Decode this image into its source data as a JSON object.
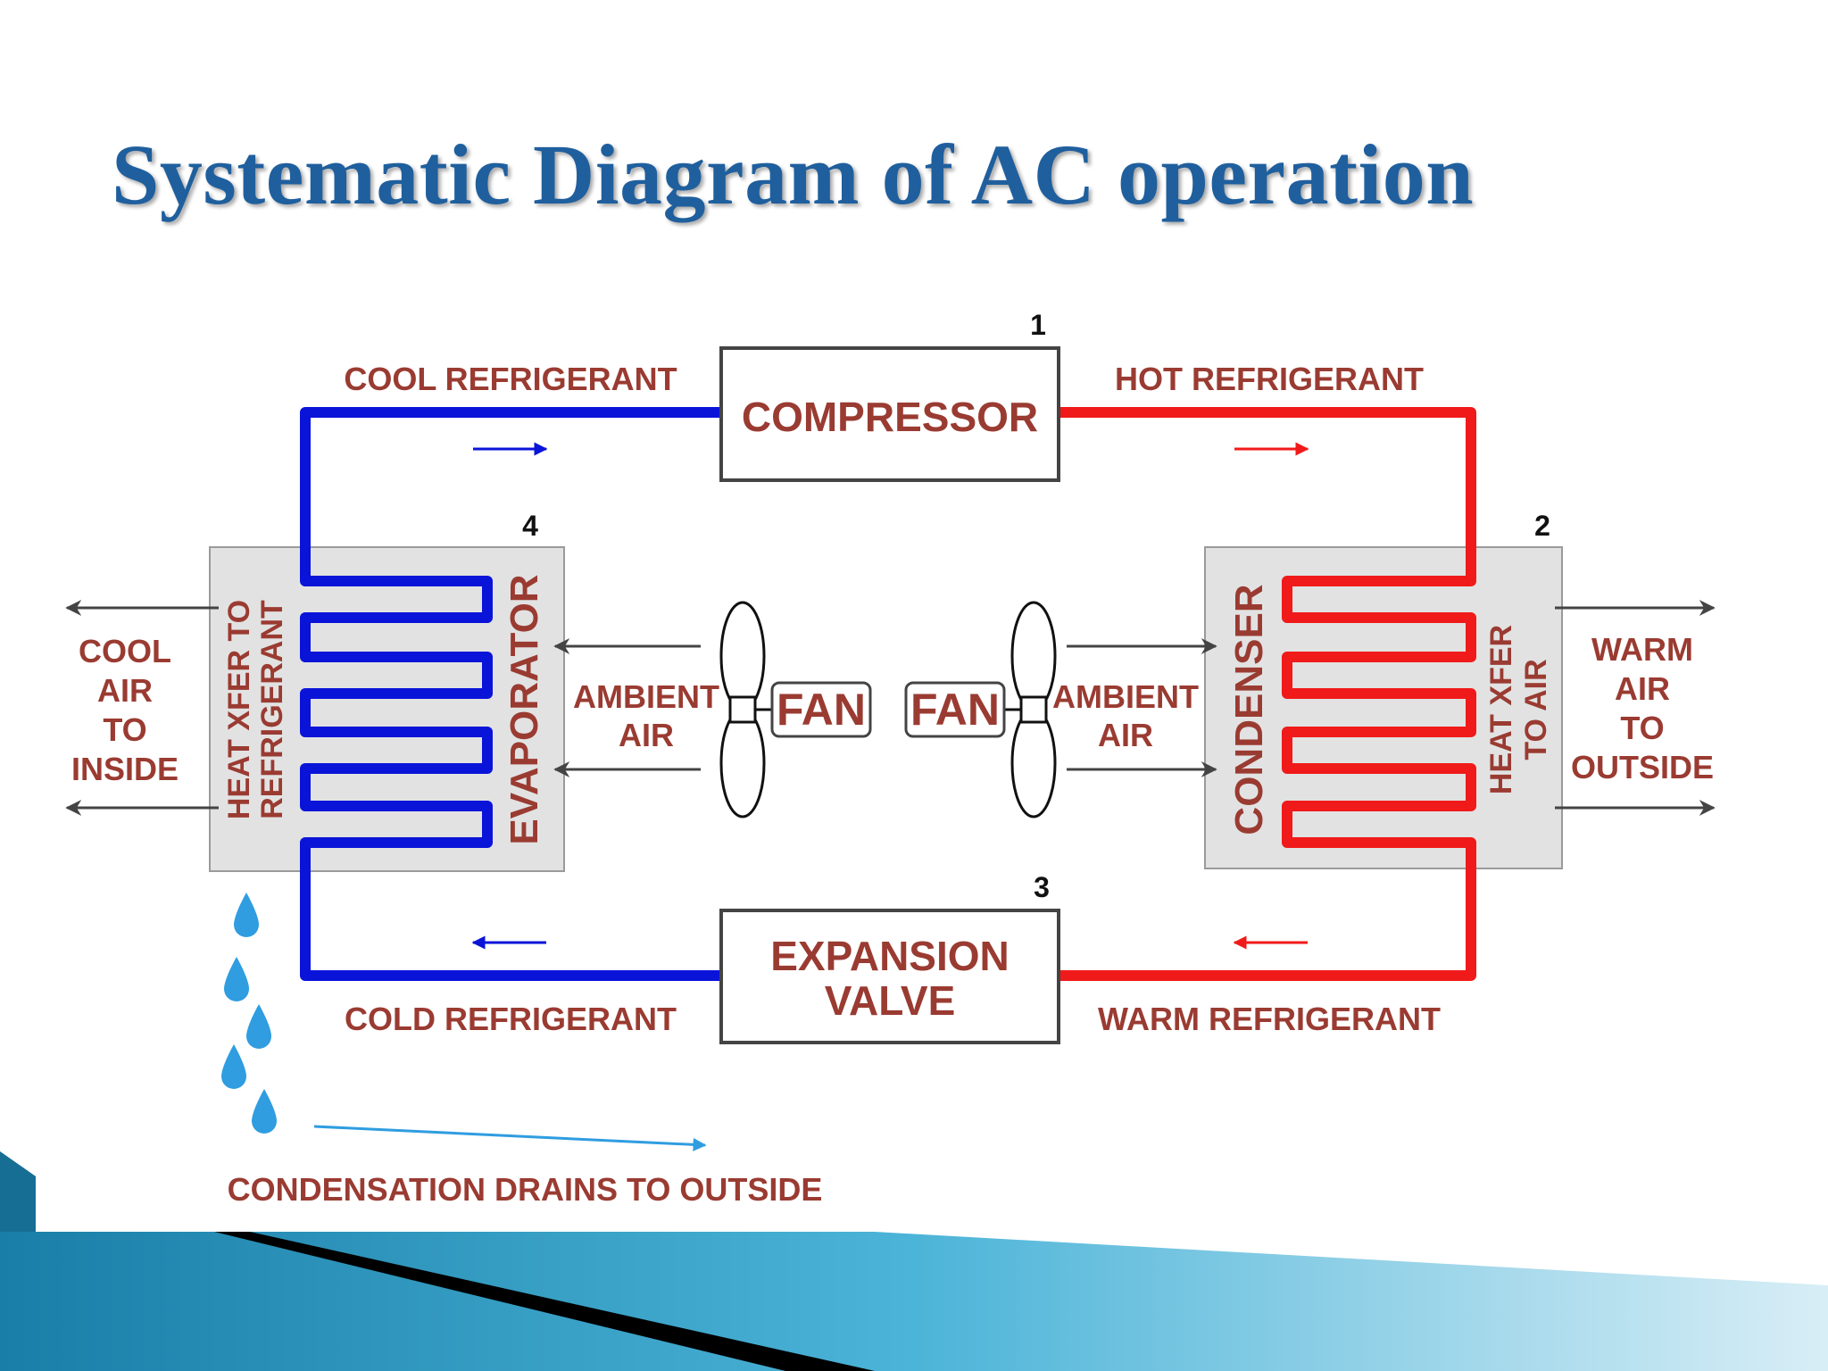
{
  "title": "Systematic Diagram of AC operation",
  "components": {
    "compressor": {
      "label": "COMPRESSOR",
      "number": "1"
    },
    "condenser": {
      "label": "CONDENSER",
      "number": "2",
      "side_label_1": "HEAT XFER",
      "side_label_2": "TO AIR"
    },
    "expansion_valve": {
      "label_1": "EXPANSION",
      "label_2": "VALVE",
      "number": "3"
    },
    "evaporator": {
      "label": "EVAPORATOR",
      "number": "4",
      "side_label_1": "HEAT XFER TO",
      "side_label_2": "REFRIGERANT"
    }
  },
  "pipes": {
    "cool": "COOL REFRIGERANT",
    "hot": "HOT REFRIGERANT",
    "cold": "COLD REFRIGERANT",
    "warm": "WARM REFRIGERANT"
  },
  "fans": {
    "left": "FAN",
    "right": "FAN"
  },
  "air": {
    "ambient_1": "AMBIENT",
    "ambient_2": "AIR",
    "cool_1": "COOL",
    "cool_2": "AIR",
    "cool_3": "TO",
    "cool_4": "INSIDE",
    "warm_1": "WARM",
    "warm_2": "AIR",
    "warm_3": "TO",
    "warm_4": "OUTSIDE"
  },
  "condensation": "CONDENSATION DRAINS TO OUTSIDE",
  "colors": {
    "cold_pipe": "#0a14d8",
    "hot_pipe": "#f01a1a",
    "label": "#9a3b32",
    "title": "#1f5f9e",
    "droplet": "#2f9de0",
    "coil_box": "#e2e2e2"
  }
}
